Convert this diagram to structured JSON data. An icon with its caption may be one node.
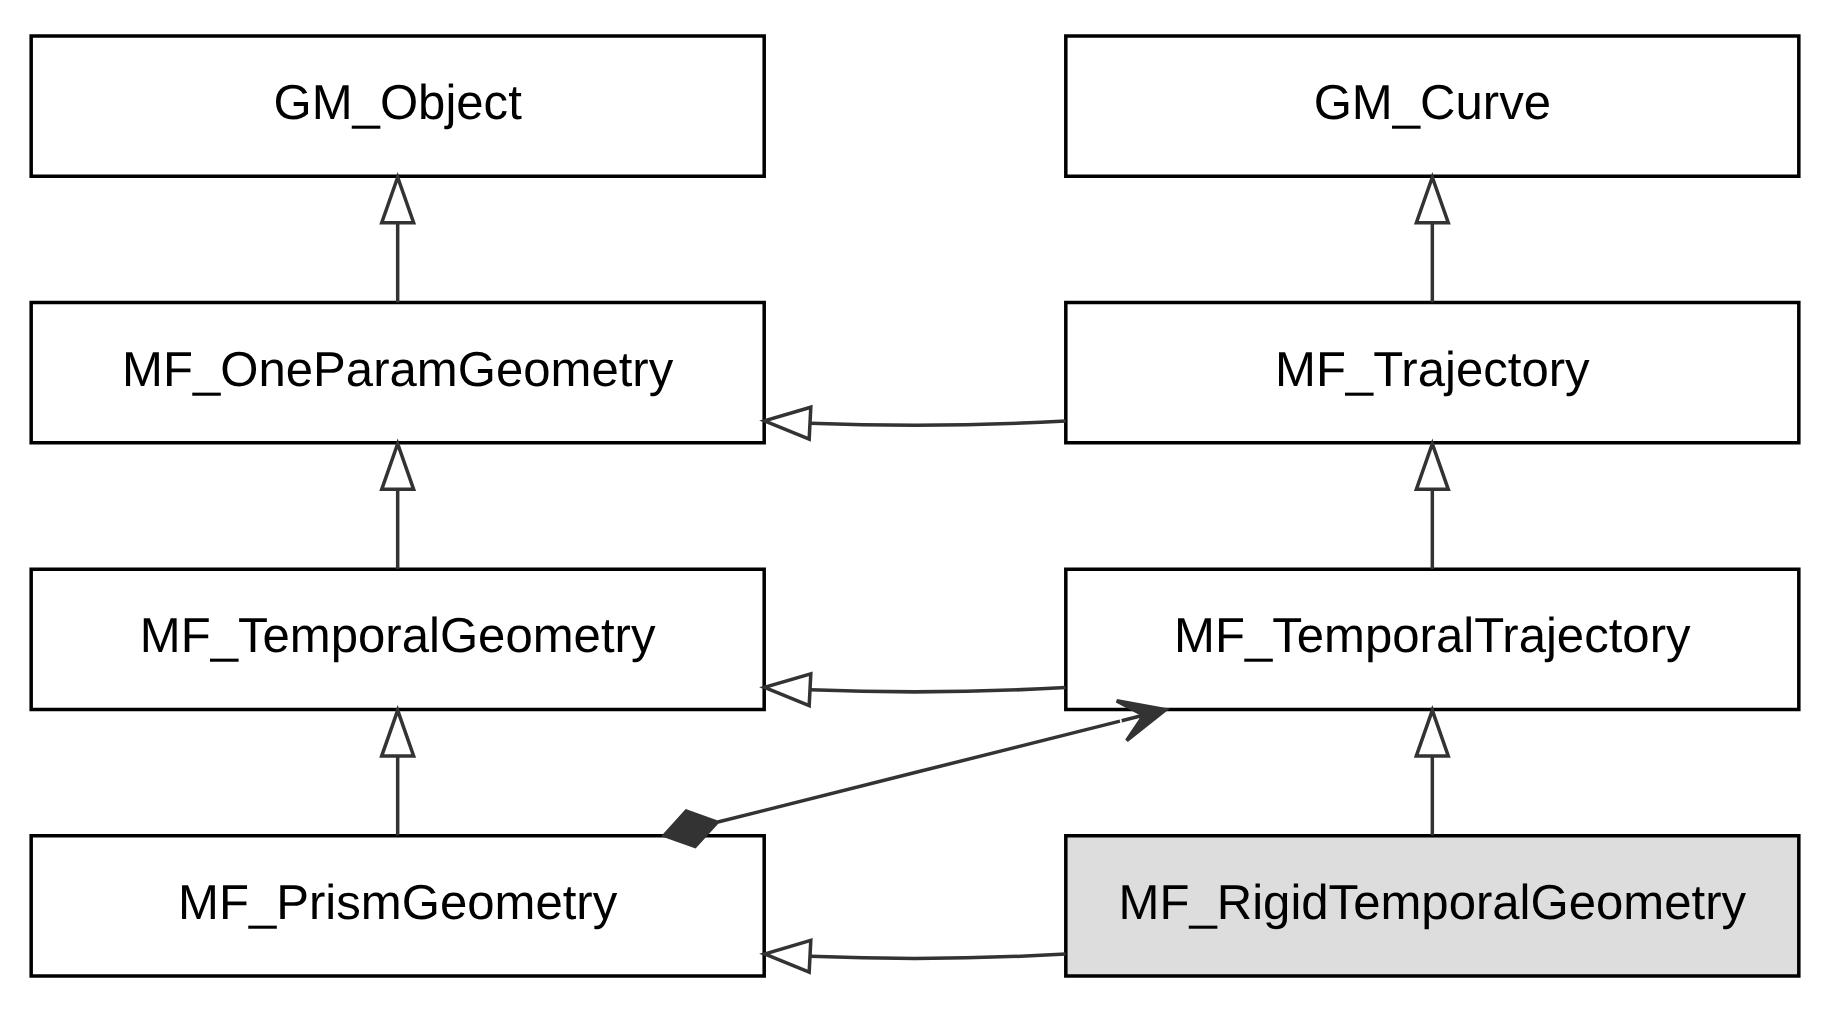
{
  "diagram": {
    "nodes": [
      {
        "text": [
          "GM_Object"
        ]
      },
      {
        "text": [
          "GM_Curve"
        ]
      },
      {
        "text": [
          "MF_OneParamGeometry"
        ]
      },
      {
        "text": [
          "MF_Trajectory"
        ]
      },
      {
        "text": [
          "MF_TemporalGeometry"
        ]
      },
      {
        "text": [
          "MF_TemporalTrajectory"
        ]
      },
      {
        "text": [
          "MF_PrismGeometry"
        ]
      },
      {
        "text": [
          "MF_RigidTemporalGeometry"
        ]
      }
    ],
    "edges": [
      {
        "from": 2,
        "to": 0,
        "arrow": "to"
      },
      {
        "from": 3,
        "to": 1,
        "arrow": "to"
      },
      {
        "from": 3,
        "to": 2,
        "arrow": "to"
      },
      {
        "from": 4,
        "to": 2,
        "arrow": "to"
      },
      {
        "from": 5,
        "to": 3,
        "arrow": "to"
      },
      {
        "from": 5,
        "to": 4,
        "arrow": "to"
      },
      {
        "from": 6,
        "to": 4,
        "arrow": "to"
      },
      {
        "from": 7,
        "to": 5,
        "arrow": "to"
      },
      {
        "from": 7,
        "to": 6,
        "arrow": "to"
      },
      {
        "from": 6,
        "to": 5,
        "arrow": "to"
      }
    ]
  }
}
